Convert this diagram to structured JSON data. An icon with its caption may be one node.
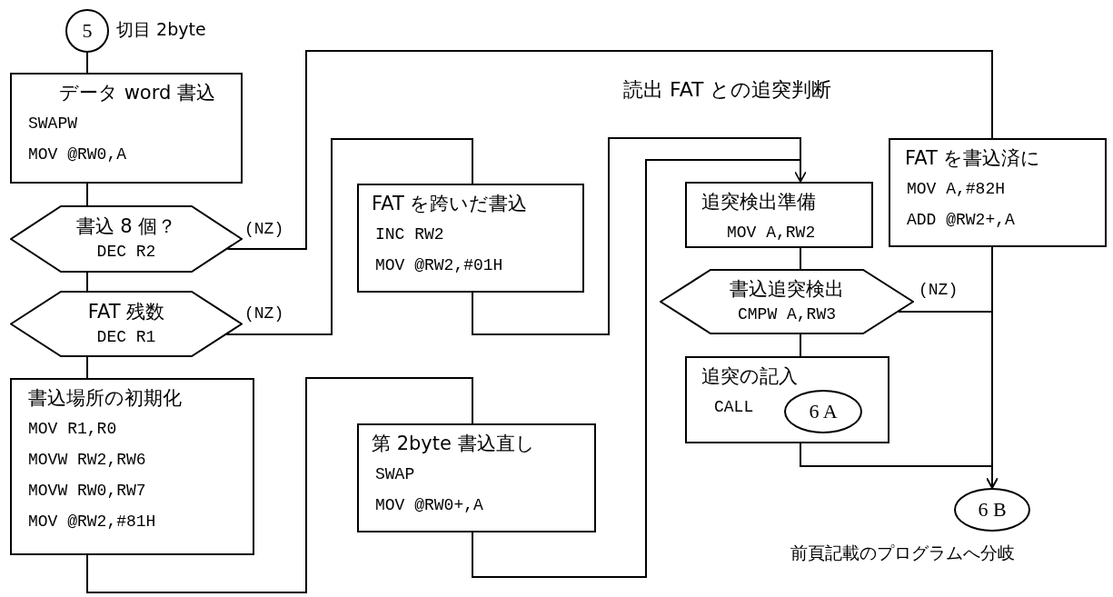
{
  "diagram": {
    "nodes": [
      {
        "text": [
          "5"
        ],
        "beside": [
          "切目 2byte"
        ]
      },
      {
        "text": [
          "データ word 書込",
          "SWAPW",
          "MOV @RW0,A"
        ]
      },
      {
        "text": [
          "書込 8 個？",
          "DEC R2"
        ]
      },
      {
        "text": [
          "FAT 残数",
          "DEC R1"
        ]
      },
      {
        "text": [
          "書込場所の初期化",
          "MOV R1,R0",
          "MOVW RW2,RW6",
          "MOVW RW0,RW7",
          "MOV @RW2,#81H"
        ]
      },
      {
        "text": [
          "FAT を跨いだ書込",
          "INC RW2",
          "MOV @RW2,#01H"
        ]
      },
      {
        "text": [
          "第 2byte 書込直し",
          "SWAP",
          "MOV @RW0+,A"
        ]
      },
      {
        "text": [
          "追突検出準備",
          "MOV A,RW2"
        ]
      },
      {
        "text": [
          "書込追突検出",
          "CMPW A,RW3"
        ]
      },
      {
        "text": [
          "追突の記入",
          "CALL"
        ]
      },
      {
        "text": [
          "6 A"
        ],
        "in": 9
      },
      {
        "text": [
          "FAT を書込済に",
          "MOV A,#82H",
          "ADD @RW2+,A"
        ]
      },
      {
        "text": [
          "6 B"
        ],
        "beside": [
          "前頁記載のプログラムへ分岐"
        ]
      }
    ],
    "edges": [
      {
        "from": 0,
        "to": 1,
        "arrow": "none"
      },
      {
        "from": 1,
        "to": 2,
        "arrow": "none"
      },
      {
        "from": 2,
        "to": 3,
        "arrow": "none"
      },
      {
        "from": 3,
        "to": 4,
        "arrow": "none"
      },
      {
        "from": 2,
        "to": 11,
        "arrow": "none",
        "label": "(NZ)"
      },
      {
        "from": 3,
        "to": 5,
        "arrow": "none",
        "label": "(NZ)"
      },
      {
        "from": 5,
        "to": 7,
        "arrow": "none"
      },
      {
        "from": 4,
        "to": 6,
        "arrow": "none"
      },
      {
        "from": 6,
        "to": 7,
        "arrow": "to"
      },
      {
        "from": 7,
        "to": 8,
        "arrow": "none"
      },
      {
        "from": 8,
        "to": 9,
        "arrow": "none"
      },
      {
        "from": 8,
        "to": 12,
        "arrow": "to",
        "label": "(NZ)"
      },
      {
        "from": 9,
        "to": 12,
        "arrow": "to"
      },
      {
        "from": 11,
        "to": 12,
        "arrow": "none"
      }
    ],
    "labels": [
      "読出 FAT との追突判断"
    ]
  }
}
